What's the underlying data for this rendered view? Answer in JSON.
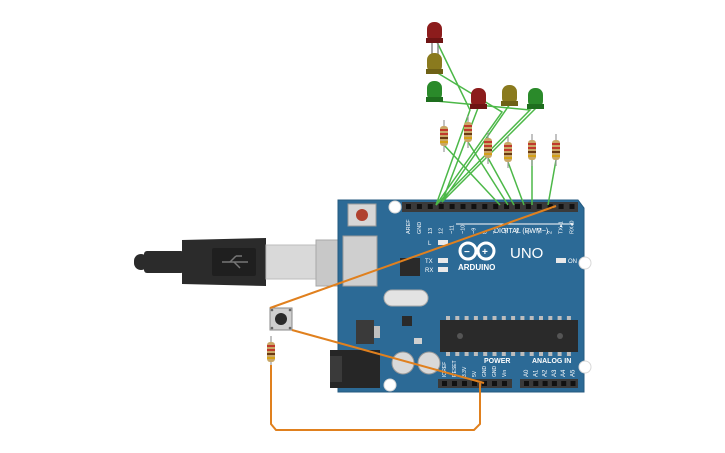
{
  "board": {
    "brand": "UNO",
    "maker": "ARDUINO",
    "digital_header": "DIGITAL (PWM~)",
    "power_header": "POWER",
    "analog_header": "ANALOG IN",
    "led_l": "L",
    "led_tx": "TX",
    "led_rx": "RX",
    "led_on": "ON",
    "digital_pins": [
      "AREF",
      "GND",
      "13",
      "12",
      "~11",
      "~10",
      "~9",
      "8",
      "7",
      "~6",
      "~5",
      "4",
      "~3",
      "2",
      "TX▸1",
      "RX◂0"
    ],
    "power_pins": [
      "IOREF",
      "RESET",
      "3.3V",
      "5V",
      "GND",
      "GND",
      "Vin"
    ],
    "analog_pins": [
      "A0",
      "A1",
      "A2",
      "A3",
      "A4",
      "A5"
    ]
  },
  "colors": {
    "board": "#2c6a96",
    "board_edge": "#24597f",
    "header": "#3a3a3a",
    "led_red": "#8c1c1c",
    "led_yellow": "#8a7a1e",
    "led_green": "#2a8a2a",
    "wire_green": "#4cb848",
    "wire_orange": "#e0801e",
    "resistor": "#c9a766",
    "usb_cable": "#2b2b2b"
  },
  "components": {
    "leds": [
      {
        "name": "led-red-1",
        "color": "red"
      },
      {
        "name": "led-yellow-1",
        "color": "yellow"
      },
      {
        "name": "led-green-1",
        "color": "green"
      },
      {
        "name": "led-red-2",
        "color": "red"
      },
      {
        "name": "led-yellow-2",
        "color": "yellow"
      },
      {
        "name": "led-green-2",
        "color": "green"
      }
    ],
    "resistor_count": 7,
    "pushbutton_count": 1
  }
}
